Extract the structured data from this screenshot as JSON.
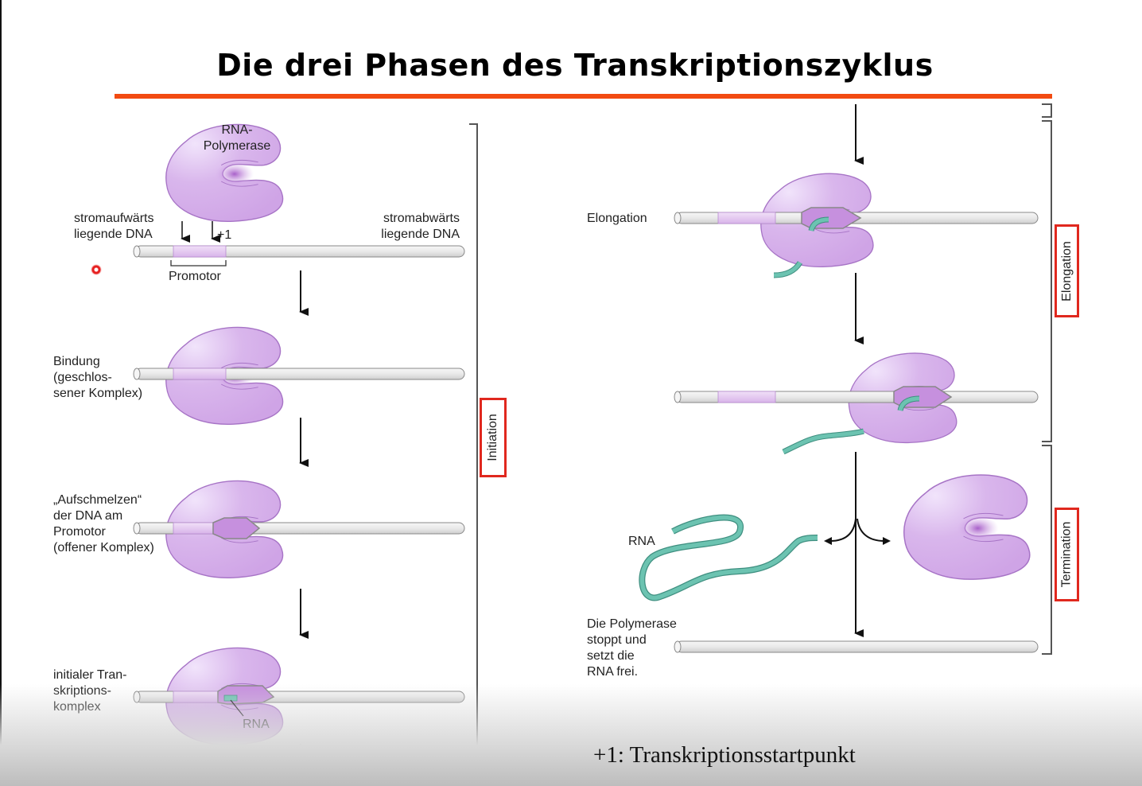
{
  "title": "Die drei Phasen des Transkriptionszyklus",
  "colors": {
    "accent_rule": "#f24b12",
    "phase_box_border": "#e0281e",
    "polymerase": "#d6aeea",
    "polymerase_outline": "#a774c6",
    "rna": "#6cc3b1",
    "dna": "#e8e8e8",
    "promoter": "#e5c8f2"
  },
  "initiation": {
    "polymerase_label": "RNA-\nPolymerase",
    "upstream_label": "stromaufwärts\nliegende DNA",
    "downstream_label": "stromabwärts\nliegende DNA",
    "plus_one_label": "+1",
    "promoter_label": "Promotor",
    "steps": [
      {
        "label": "Bindung\n(geschlos-\nsener Komplex)"
      },
      {
        "label": "„Aufschmelzen“\nder DNA am\nPromotor\n(offener Komplex)"
      },
      {
        "label": "initialer Tran-\nskriptions-\nkomplex",
        "rna_label": "RNA"
      }
    ]
  },
  "elongation": {
    "step_label": "Elongation"
  },
  "termination": {
    "rna_label": "RNA",
    "release_label": "Die Polymerase\nstoppt und\nsetzt die\nRNA frei."
  },
  "phases": [
    {
      "name": "Initiation"
    },
    {
      "name": "Elongation"
    },
    {
      "name": "Termination"
    }
  ],
  "footnote": "+1: Transkriptionsstartpunkt"
}
